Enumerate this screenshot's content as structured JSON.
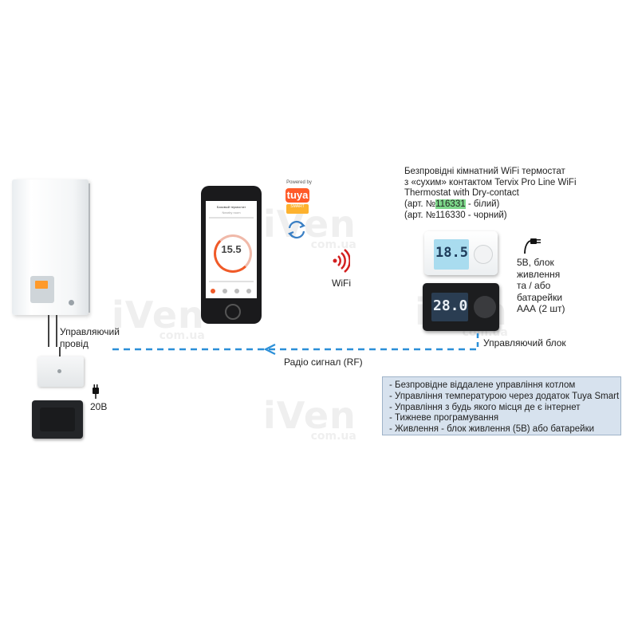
{
  "boiler": {
    "control_wire_label": [
      "Управляючий",
      "провід"
    ]
  },
  "receiver": {
    "voltage_label": "20В"
  },
  "phone_app": {
    "title": "Базовый термостат",
    "subtitle": "Nearby room",
    "temperature": "15.5"
  },
  "tuya": {
    "powered_by": "Powered by",
    "logo_text": "tuya",
    "badge": "SMART"
  },
  "wifi_label": "WiFi",
  "radio_label": "Радіо сигнал (RF)",
  "product_description": [
    "Безпровідні кімнатний WiFi термостат",
    "з «сухим» контактом Tervix Pro Line WiFi",
    "Thermostat with Dry-contact"
  ],
  "article_white": {
    "prefix": "(арт. №",
    "number": "116331",
    "suffix": " - білий)"
  },
  "article_black": "(арт. №116330 - чорний)",
  "power_info": [
    "5В, блок",
    "живлення",
    "та / або",
    "батарейки",
    "ААА (2 шт)"
  ],
  "control_unit_label": "Управляючий блок",
  "thermostat_white_display": "18.5",
  "thermostat_black_display": "28.0",
  "features": [
    "- Безпровідне віддалене управління котлом",
    "- Управління температурою через додаток Tuya Smart",
    "- Управління з будь якого місця де є інтернет",
    "- Тижневе програмування",
    "- Живлення - блок живлення (5В) або батарейки"
  ],
  "watermark": {
    "brand": "iVen",
    "domain": "com.ua"
  },
  "colors": {
    "signal_line": "#2b8fd8",
    "wifi_icon": "#d32020",
    "highlight": "#7dd88a",
    "info_box_bg": "#d7e2ee"
  }
}
